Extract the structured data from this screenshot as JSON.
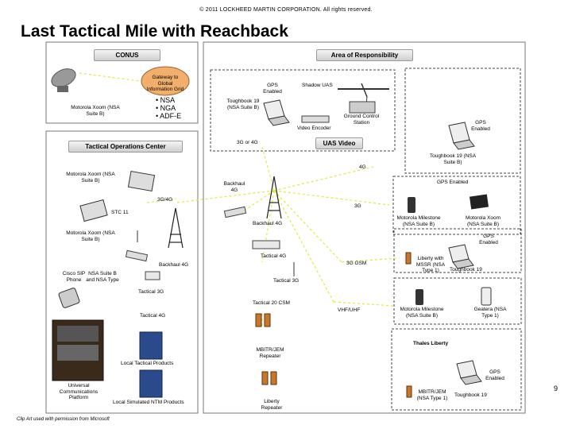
{
  "header": {
    "copyright": "© 2011 LOCKHEED MARTIN CORPORATION. All rights reserved.",
    "title": "Last Tactical Mile with Reachback"
  },
  "footer": {
    "slide_number": "9",
    "clip_art_credit": "Clip Art used with permission from Microsoft"
  },
  "conus": {
    "title": "CONUS",
    "gateway": "Gateway to Global Information Grid",
    "laptop": "Motorola Xoom (NSA Suite B)",
    "agencies": [
      "NSA",
      "NGA",
      "ADF-E"
    ]
  },
  "aor": {
    "title": "Area of Responsibility",
    "uas_box": {
      "gps": "GPS Enabled",
      "shadow": "Shadow UAS",
      "toughbook": "Toughbook 19 (NSA Suite B)",
      "gcs": "Ground Control Station",
      "encoder": "Video Encoder",
      "link": "3G or 4G",
      "video_label": "UAS Video"
    },
    "right_top": {
      "gps": "GPS Enabled",
      "toughbook": "Toughbook 19 (NSA Suite B)"
    },
    "gps_group": {
      "title": "GPS Enabled",
      "milestone": "Motorola Milestone (NSA Suite B)",
      "xoom": "Motorola Xoom (NSA Suite B)",
      "gps": "GPS Enabled",
      "liberty": "Liberty with MSSR (NSA Type 1)",
      "toughbook": "Toughbook 19"
    },
    "milestone_geatera": {
      "milestone": "Motorola Milestone (NSA Suite B)",
      "geatera": "Geatera (NSA Type 1)"
    },
    "thales": {
      "title": "Thales Liberty",
      "gps": "GPS Enabled",
      "mbitr": "MBITR/JEM (NSA Type 1)",
      "toughbook": "Toughbook 19"
    },
    "network": {
      "link_4g": "4G",
      "link_3g": "3G",
      "backhaul_4g_top": "Backhaul 4G",
      "backhaul_4g": "Backhaul 4G",
      "tactical_4g": "Tactical 4G",
      "link_3g_gsm": "3G GSM",
      "tactical_3g": "Tactical 3G",
      "tactical_20_csm": "Tactical 20 CSM",
      "vhf_uhf": "VHF/UHF",
      "mbitr_repeater": "MBITR/JEM Repeater",
      "liberty_repeater": "Liberty Repeater"
    }
  },
  "toc": {
    "title": "Tactical Operations Center",
    "xoom_1": "Motorola Xoom (NSA Suite B)",
    "link_3g_4g": "3G/4G",
    "stc": "STC 11",
    "xoom_2": "Motorola Xoom (NSA Suite B)",
    "backhaul": "Backhaul 4G",
    "cisco": "Cisco SIP Phone",
    "nsa_suite": "NSA Suite B and NSA Type",
    "tactical_3g": "Tactical 3G",
    "tactical_4g": "Tactical 4G",
    "ucp": "Universal Communications Platform",
    "local_tactical": "Local Tactical Products",
    "local_simulated": "Local Simulated NTM Products"
  },
  "colors": {
    "link_line": "#e6e63a",
    "dashed_border": "#444444",
    "tower": "#222222",
    "radio": "#c8782a",
    "server": "#2b4a8c",
    "dish": "#888888"
  }
}
